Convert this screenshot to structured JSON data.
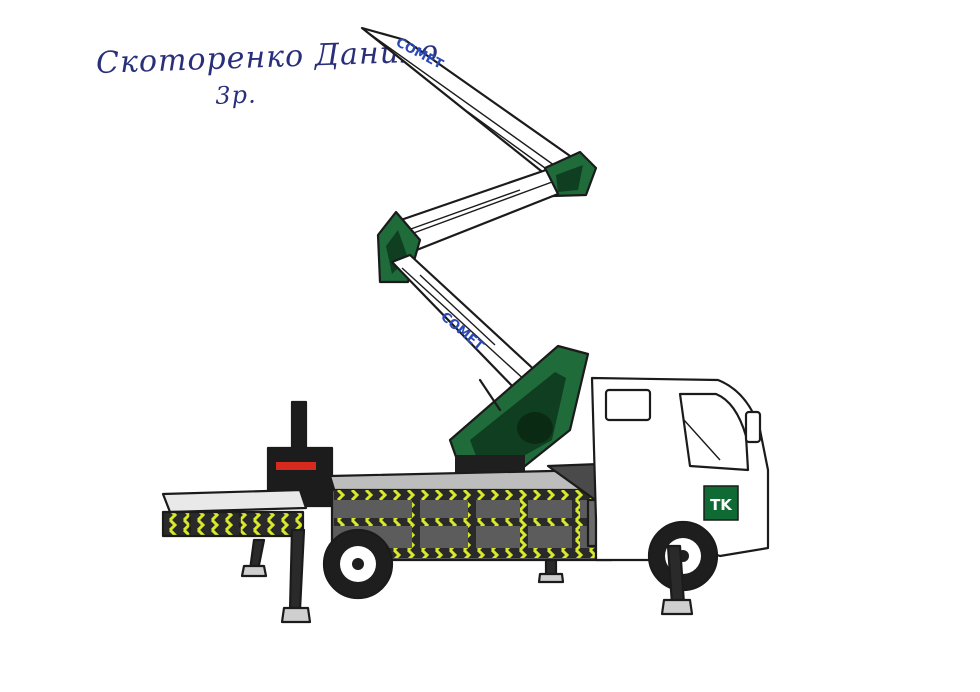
{
  "signature": {
    "name": "Скоторенко Данило",
    "class": "3р."
  },
  "boom_brand_upper": "COMET",
  "boom_brand_lower": "COMET",
  "cab_logo": "TK",
  "colors": {
    "boom_green": "#1f6b3a",
    "boom_green_dark": "#0f3f20",
    "body_grey": "#5c5c5c",
    "body_grey_dark": "#3f3f3f",
    "chevron_yellow": "#d8e82a",
    "brand_blue": "#2c49b8",
    "cab_white": "#ffffff",
    "logo_green": "#0f6a34",
    "tail_light": "#d62a1f"
  }
}
